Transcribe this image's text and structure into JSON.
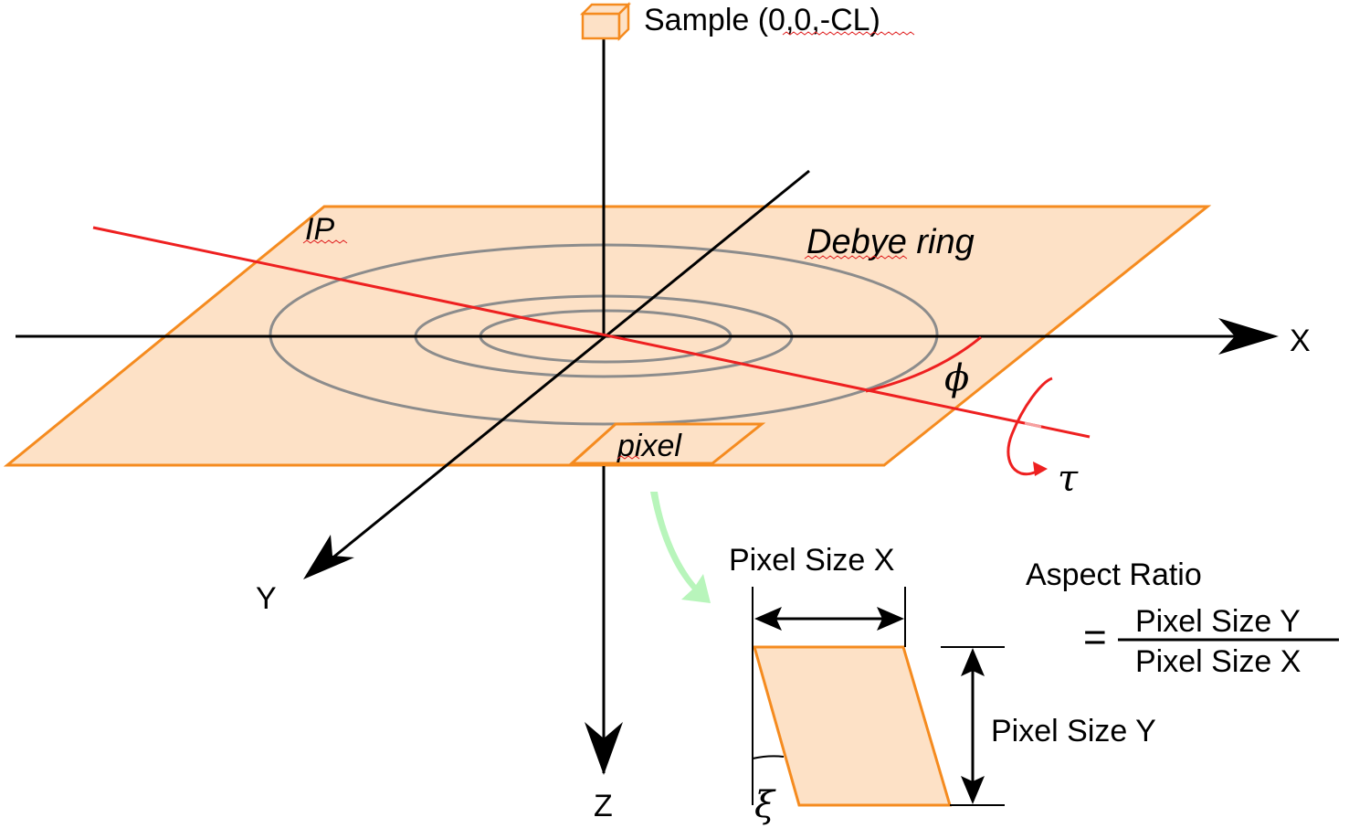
{
  "labels": {
    "sample": "Sample (0,0,-CL)",
    "axis_x": "X",
    "axis_y": "Y",
    "axis_z": "Z",
    "ip": "IP",
    "debye_ring": "Debye ring",
    "pixel": "pixel",
    "phi": "ϕ",
    "tau": "τ",
    "xi": "ξ",
    "pixel_size_x": "Pixel Size X",
    "pixel_size_y": "Pixel Size Y",
    "aspect_ratio": "Aspect Ratio",
    "equals": "=",
    "ratio_numerator": "Pixel Size Y",
    "ratio_denominator": "Pixel Size X"
  },
  "colors": {
    "plate_fill": "#fde1c6",
    "plate_stroke": "#f58b1f",
    "ring_stroke": "#8c8c8c",
    "axis_stroke": "#000000",
    "tilt_line": "#ee2020",
    "hint_arrow": "#b8f5bb"
  }
}
